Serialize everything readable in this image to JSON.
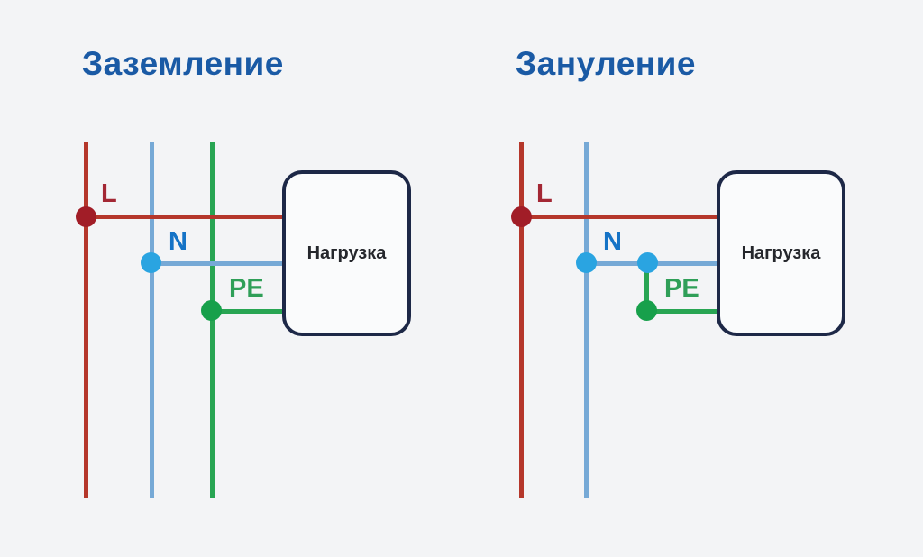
{
  "page": {
    "background": "#f3f4f6"
  },
  "colors": {
    "page_bg": "#f3f4f6",
    "title": "#1a5aa5",
    "phase_line": "#b5372b",
    "phase_dot": "#a11d27",
    "phase_label": "#a32734",
    "neutral_line": "#76a9d6",
    "neutral_dot": "#2aa4e1",
    "neutral_label": "#1573c6",
    "earth_line": "#28a553",
    "earth_dot": "#17a04b",
    "earth_label": "#2f9f58",
    "box_border": "#1d2847",
    "box_fill": "#fafbfc",
    "box_text": "#25272c"
  },
  "diagrams": [
    {
      "title": "Заземление",
      "phase_label": "L",
      "neutral_label": "N",
      "earth_label": "PE",
      "load_label": "Нагрузка"
    },
    {
      "title": "Зануление",
      "phase_label": "L",
      "neutral_label": "N",
      "earth_label": "PE",
      "load_label": "Нагрузка"
    }
  ]
}
